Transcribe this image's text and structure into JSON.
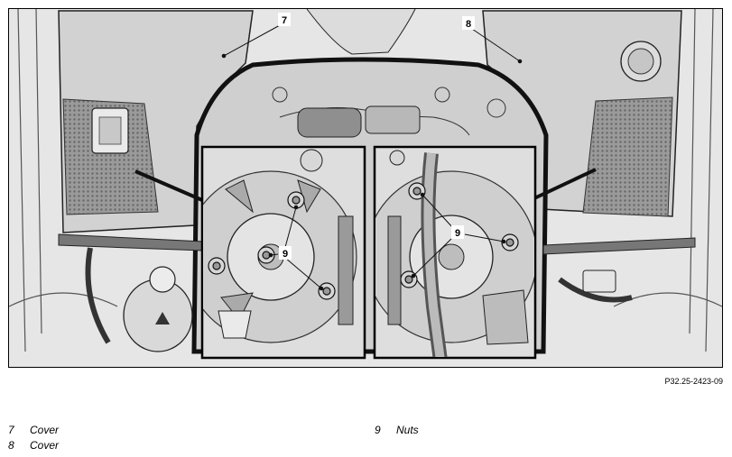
{
  "figure": {
    "figure_id": "P32.25-2423-09",
    "callouts": {
      "cover_left": "7",
      "cover_right": "8",
      "nuts_left": "9",
      "nuts_right": "9"
    }
  },
  "legend": [
    {
      "number": "7",
      "label": "Cover"
    },
    {
      "number": "8",
      "label": "Cover"
    },
    {
      "number": "9",
      "label": "Nuts"
    }
  ]
}
